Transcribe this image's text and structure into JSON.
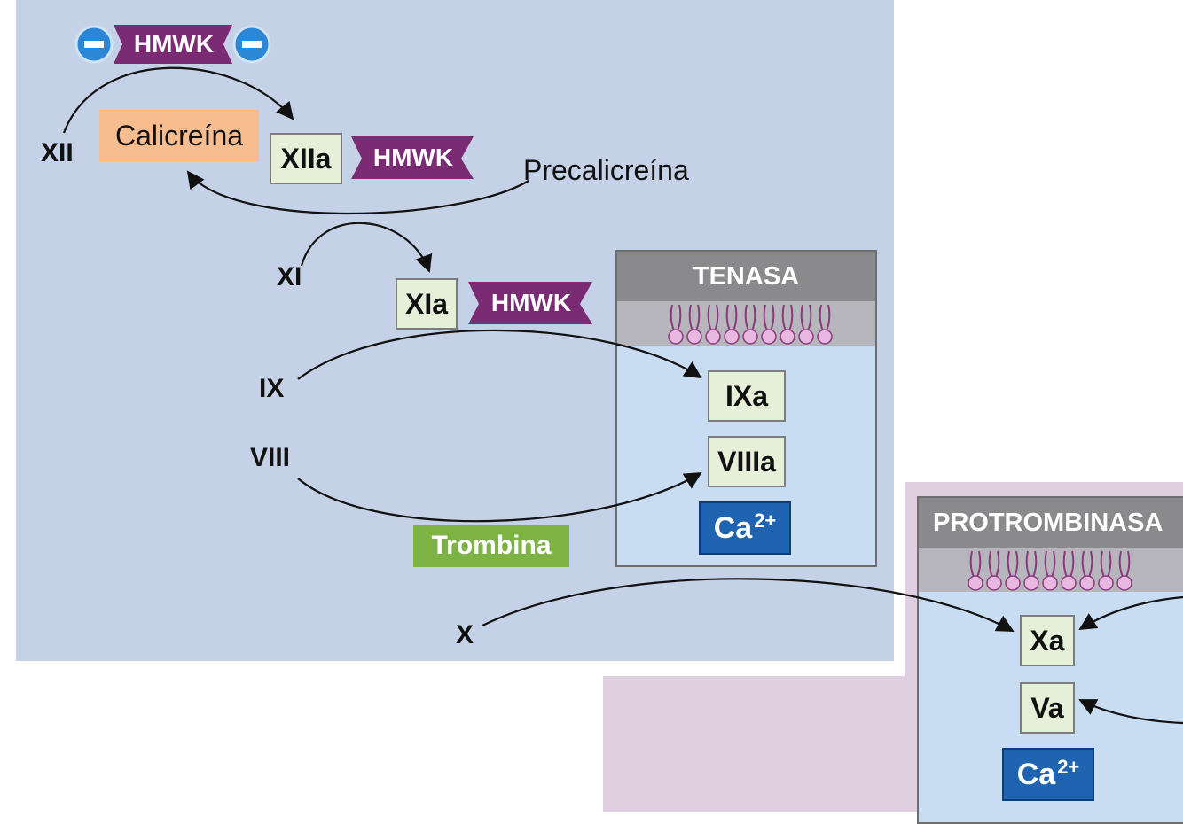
{
  "hmwk_label": "HMWK",
  "factors": {
    "xii": "XII",
    "xi": "XI",
    "ix": "IX",
    "viii": "VIII",
    "x": "X"
  },
  "activated": {
    "xiia": "XIIa",
    "xia": "XIa",
    "ixa": "IXa",
    "viiia": "VIIIa",
    "xa": "Xa",
    "va": "Va"
  },
  "calicreina": "Calicreína",
  "precalicreina": "Precalicreína",
  "trombina": "Trombina",
  "tenasa": {
    "title": "TENASA",
    "ca_base": "Ca",
    "ca_sup": "2+"
  },
  "protrombinasa": {
    "title": "PROTROMBINASA",
    "ca_base": "Ca",
    "ca_sup": "2+"
  },
  "colors": {
    "background_blue": "#c5d1e6",
    "background_pink": "#dfcfe0",
    "hmwk_purple": "#7b2a74",
    "calcium_blue": "#1f64b0",
    "trombina_green": "#7cb342",
    "calicreina_orange": "#f7bd8e",
    "factor_box": "#e6efd8",
    "complex_header": "#8a8a8c",
    "negative_charge": "#2c86d6"
  },
  "icons": {
    "negative_charge": "minus-circle-icon",
    "phospholipid": "phospholipid-bilayer-icon"
  }
}
